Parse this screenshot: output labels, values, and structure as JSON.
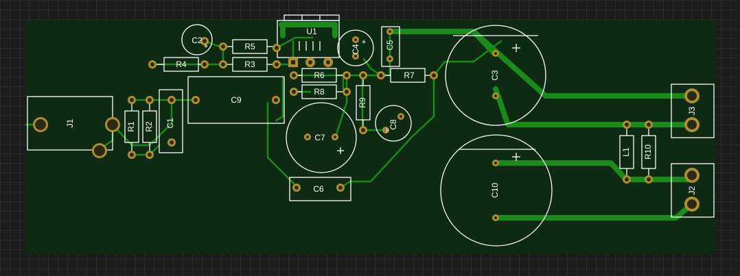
{
  "colors": {
    "background": "#1c1c1c",
    "grid": "#3a3a3a",
    "board": "#0e2a12",
    "copper": "#1a8a1a",
    "pad": "#b08d32",
    "silk": "#ffffff"
  },
  "labels": {
    "C1": "C1",
    "C2": "C2",
    "C3": "C3",
    "C4": "C4",
    "C5": "C5",
    "C6": "C6",
    "C7": "C7",
    "C8": "C8",
    "C9": "C9",
    "C10": "C10",
    "R1": "R1",
    "R2": "R2",
    "R3": "R3",
    "R4": "R4",
    "R5": "R5",
    "R6": "R6",
    "R7": "R7",
    "R8": "R8",
    "R9": "R9",
    "R10": "R10",
    "L1": "L1",
    "U1": "U1",
    "J1": "J1",
    "J2": "J2",
    "J3": "J3"
  },
  "polarity_mark": "+"
}
